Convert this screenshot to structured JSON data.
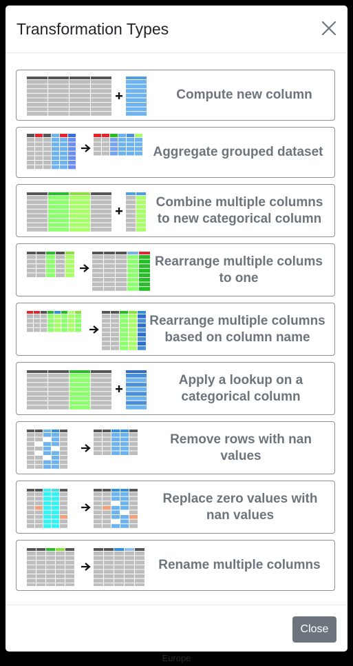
{
  "backdrop": {
    "text": "Europe"
  },
  "modal": {
    "title": "Transformation Types",
    "close_icon": "close-icon",
    "items": [
      {
        "label": "Compute new column",
        "icon": "compute-new-column-icon"
      },
      {
        "label": "Aggregate grouped dataset",
        "icon": "aggregate-icon"
      },
      {
        "label": "Combine multiple columns to new categorical column",
        "icon": "combine-columns-icon"
      },
      {
        "label": "Rearrange multiple colums to one",
        "icon": "rearrange-to-one-icon"
      },
      {
        "label": "Rearrange multiple columns based on column name",
        "icon": "rearrange-by-name-icon"
      },
      {
        "label": "Apply a lookup on a categorical column",
        "icon": "lookup-icon"
      },
      {
        "label": "Remove rows with nan values",
        "icon": "remove-nan-rows-icon"
      },
      {
        "label": "Replace zero values with nan values",
        "icon": "replace-zero-icon"
      },
      {
        "label": "Rename multiple columns",
        "icon": "rename-columns-icon"
      }
    ],
    "close_button": "Close"
  },
  "colors": {
    "header": "#555555",
    "cell": "#bdbdbd",
    "blue": "#6fb3ee",
    "green": "#22c022",
    "lime": "#a8ff6a",
    "red": "#e8232c",
    "orange": "#f0a07a",
    "cyan": "#33f3f3"
  }
}
